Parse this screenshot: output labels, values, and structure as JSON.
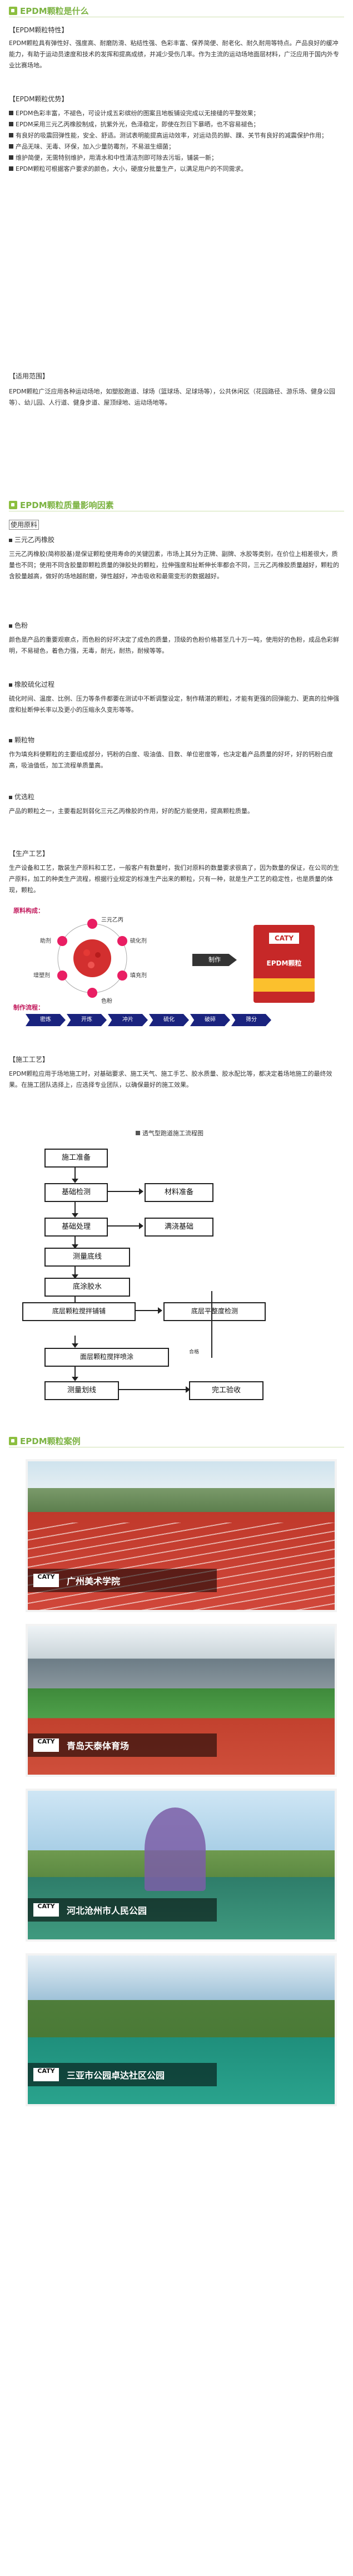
{
  "sections": {
    "s1": "EPDM颗粒是什么",
    "s2": "EPDM颗粒质量影响因素",
    "s3": "EPDM颗粒案例"
  },
  "labels": {
    "features": "EPDM颗粒特性",
    "advantages": "EPDM颗粒优势",
    "scope": "适用范围",
    "usage": "使用原料",
    "epdm": "三元乙丙橡胶",
    "color": "色粉",
    "vulcanize": "橡胶硫化过程",
    "particle": "颗粒物",
    "size": "优选粒",
    "production": "生产工艺",
    "construction": "施工工艺"
  },
  "text": {
    "features": "EPDM颗粒具有弹性好、强度高、耐磨防滑、粘结性强、色彩丰富、保养简便、耐老化、耐久耐用等特点。产品良好的缓冲能力，有助于运动员速度和技术的发挥和提高成绩，并减少受伤几率。作为主流的运动场地面层材料，广泛应用于国内外专业比赛场地。",
    "adv1": "EPDM色彩丰富，不褪色，可设计成五彩缤纷的图案且地板铺设完成以无接缝的平整效果；",
    "adv2": "EPDM采用三元乙丙橡胶制成，抗紫外光，色泽稳定，即使在烈日下暴晒，也不容易褪色；",
    "adv3": "有良好的吸震回弹性能，安全、舒适。测试表明能提高运动效率，对运动员的脚、踝、关节有良好的减震保护作用；",
    "adv4": "产品无味、无毒、环保，加入少量防霉剂，不易滋生细菌；",
    "adv5": "维护简便，无需特别维护，用清水和中性清洁剂即可除去污垢，铺装一新；",
    "adv6": "EPDM颗粒可根据客户要求的颜色，大小，硬度分批量生产，以满足用户的不同需求。",
    "scope": "EPDM颗粒广泛应用各种运动场地，如塑胶跑道、球场（篮球场、足球场等），公共休闲区（花园路径、游乐场、健身公园等）、幼儿园、人行道、健身步道、屋顶绿地、运动场地等。",
    "epdm": "三元乙丙橡胶(简称胶基)是保证颗粒使用寿命的关键因素，市场上其分为正牌、副牌、水胶等类别，在价位上相差很大，质量也不同；使用不同含胶量即颗粒质量的弹胶处的颗粒，拉伸强度和扯断伸长率都会不同，三元乙丙橡胶质量越好，颗粒的含胶量越高，做好的场地越耐磨，弹性越好，冲击吸收和最需变形的数据越好。",
    "color": "颜色是产品的重要观察点，而色粉的好坏决定了成色的质量，顶级的色粉价格甚至几十万一吨，使用好的色粉，成品色彩鲜明，不易褪色，着色力强，无毒，耐光，耐热，耐候等等。",
    "vulcanize": "硫化时间、温度、比例、压力等条件都要在测试中不断调整设定，制作精湛的颗粒，才能有更强的回弹能力、更高的拉伸强度和扯断伸长率以及更小的压缩永久变形等等。",
    "particle": "作为填充料使颗粒的主要组成部分，钙粉的白度、吸油值、目数、单位密度等，也决定着产品质量的好坏，好的钙粉白度高，吸油值低，加工流程单质量高。",
    "size": "产品的颗粒之一，主要看起到弱化三元乙丙橡胶的作用，好的配方能使用，提高颗粒质量。",
    "production": "生产设备和工艺，散装生产原料和工艺，一般客户有数量时，我们对原料的数量要求很高了，因为数量的保证，在公司的生产原料，加工的种类生产流程，根据行业规定的标准生产出来的颗粒，只有一种，就是生产工艺的稳定性，也是质量的体现，颗粒。",
    "construction": "EPDM颗粒应用于场地施工时，对基础要求、施工天气、施工手艺、胶水质量、胶水配比等，都决定着场地施工的最终效果。在施工团队选择上，应选择专业团队，以确保最好的施工效果。"
  },
  "production_diagram": {
    "materials_title": "原料构成：",
    "ring_items": [
      "三元乙丙",
      "硫化剂",
      "填充剂",
      "色粉",
      "增塑剂",
      "助剂"
    ],
    "make_label": "制作",
    "product_bag": "EPDM颗粒",
    "brand": "CATY",
    "process_title": "制作流程：",
    "steps": [
      "密炼",
      "开炼",
      "冲片",
      "硫化",
      "破碎",
      "筛分"
    ]
  },
  "flowchart": {
    "title": "透气型跑道施工流程图",
    "nodes": [
      "施工准备",
      "基础检测",
      "材料准备",
      "基础处理",
      "满浇基础",
      "测量底线",
      "底涂胶水",
      "底层颗粒搅拌铺铺",
      "底层平整度检测",
      "面层颗粒搅拌喷涂",
      "测量划线",
      "完工验收"
    ],
    "note": "合格"
  },
  "cases": [
    {
      "name": "广州美术学院",
      "brand": "CATY"
    },
    {
      "name": "青岛天泰体育场",
      "brand": "CATY"
    },
    {
      "name": "河北沧州市人民公园",
      "brand": "CATY"
    },
    {
      "name": "三亚市公园卓达社区公园",
      "brand": "CATY"
    }
  ]
}
